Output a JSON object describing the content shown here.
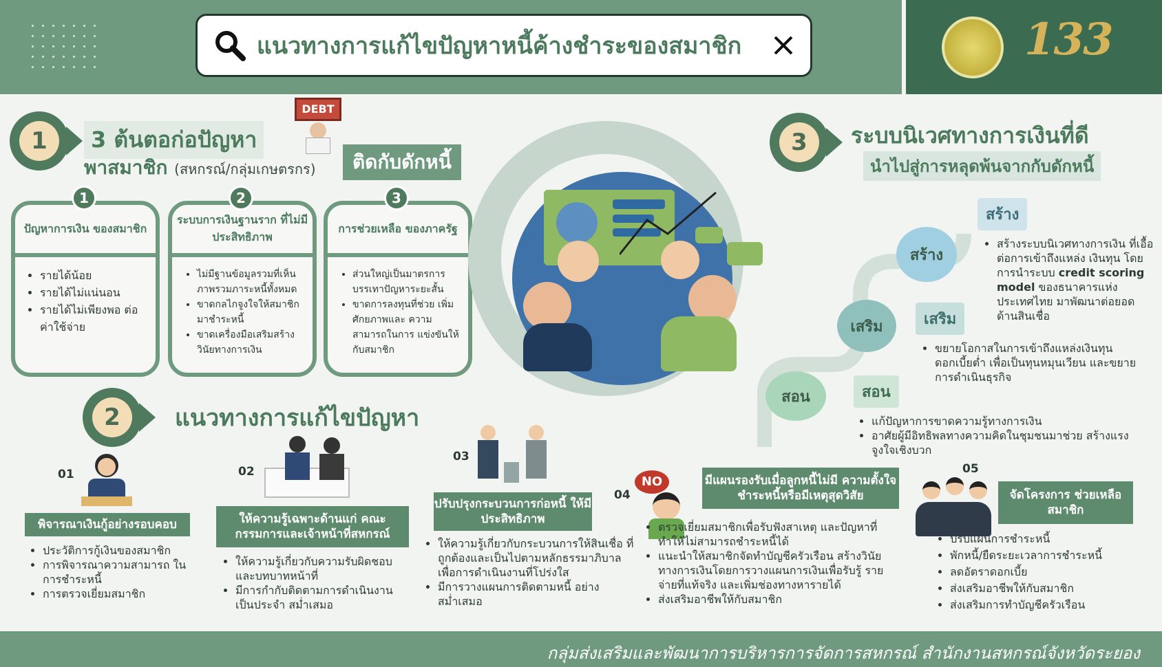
{
  "search": {
    "query": "แนวทางการแก้ไขปัญหาหนี้ค้างชำระของสมาชิก"
  },
  "logo": {
    "number": "133"
  },
  "section1": {
    "num": "1",
    "title": "3 ต้นตอก่อปัญหา",
    "subtitle": "พาสมาชิก",
    "subtitle_paren": "(สหกรณ์/กลุ่มเกษตรกร)",
    "tag": "ติดกับดักหนี้",
    "debt_sign": "DEBT",
    "cards": [
      {
        "num": "1",
        "title": "ปัญหาการเงิน ของสมาชิก",
        "items": [
          "รายได้น้อย",
          "รายได้ไม่แน่นอน",
          "รายได้ไม่เพียงพอ ต่อค่าใช้จ่าย"
        ]
      },
      {
        "num": "2",
        "title": "ระบบการเงินฐานราก ที่ไม่มีประสิทธิภาพ",
        "items": [
          "ไม่มีฐานข้อมูลรวมที่เห็น ภาพรวมภาระหนี้ทั้งหมด",
          "ขาดกลไกจูงใจให้สมาชิก มาชำระหนี้",
          "ขาดเครื่องมือเสริมสร้าง วินัยทางการเงิน"
        ]
      },
      {
        "num": "3",
        "title": "การช่วยเหลือ ของภาครัฐ",
        "items": [
          "ส่วนใหญ่เป็นมาตรการ บรรเทาปัญหาระยะสั้น",
          "ขาดการลงทุนที่ช่วย เพิ่มศักยภาพและ ความสามารถในการ แข่งขันให้กับสมาชิก"
        ]
      }
    ]
  },
  "section2": {
    "num": "2",
    "title": "แนวทางการแก้ไขปัญหา",
    "steps": [
      {
        "no": "01",
        "title": "พิจารณาเงินกู้อย่างรอบคอบ",
        "items": [
          "ประวัติการกู้เงินของสมาชิก",
          "การพิจารณาความสามารถ ในการชำระหนี้",
          "การตรวจเยี่ยมสมาชิก"
        ]
      },
      {
        "no": "02",
        "title": "ให้ความรู้เฉพาะด้านแก่ คณะกรรมการและเจ้าหน้าที่สหกรณ์",
        "items": [
          "ให้ความรู้เกี่ยวกับความรับผิดชอบ และบทบาทหน้าที่",
          "มีการกำกับติดตามการดำเนินงาน เป็นประจำ สม่ำเสมอ"
        ]
      },
      {
        "no": "03",
        "title": "ปรับปรุงกระบวนการก่อหนี้ ให้มีประสิทธิภาพ",
        "items": [
          "ให้ความรู้เกี่ยวกับกระบวนการให้สินเชื่อ ที่ถูกต้องและเป็นไปตามหลักธรรมาภิบาล เพื่อการดำเนินงานที่โปร่งใส",
          "มีการวางแผนการติดตามหนี้ อย่างสม่ำเสมอ"
        ]
      },
      {
        "no": "04",
        "title": "มีแผนรองรับเมื่อลูกหนี้ไม่มี ความตั้งใจชำระหนี้หรือมีเหตุสุดวิสัย",
        "sign": "NO",
        "items": [
          "ตรวจเยี่ยมสมาชิกเพื่อรับฟังสาเหตุ และปัญหาที่ทำให้ไม่สามารถชำระหนี้ได้",
          "แนะนำให้สมาชิกจัดทำบัญชีครัวเรือน สร้างวินัย ทางการเงินโดยการวางแผนการเงินเพื่อรับรู้ รายจ่ายที่แท้จริง และเพิ่มช่องทางหารายได้",
          "ส่งเสริมอาชีพให้กับสมาชิก"
        ]
      },
      {
        "no": "05",
        "title": "จัดโครงการ ช่วยเหลือสมาชิก",
        "items": [
          "ปรับแผนการชำระหนี้",
          "พักหนี้/ยืดระยะเวลาการชำระหนี้",
          "ลดอัตราดอกเบี้ย",
          "ส่งเสริมอาชีพให้กับสมาชิก",
          "ส่งเสริมการทำบัญชีครัวเรือน"
        ]
      }
    ]
  },
  "section3": {
    "num": "3",
    "title": "ระบบนิเวศทางการเงินที่ดี",
    "subtitle": "นำไปสู่การหลุดพ้นจากกับดักหนี้",
    "stairs": [
      "สอน",
      "เสริม",
      "สร้าง"
    ],
    "blocks": [
      {
        "label": "สร้าง",
        "lines_pre": [
          "สร้างระบบนิเวศทางการเงิน ที่เอื้อต่อการเข้าถึงแหล่ง เงินทุน โดยการนำระบบ"
        ],
        "bold": "credit scoring model",
        "lines_post": [
          "ของธนาคารแห่งประเทศไทย มาพัฒนาต่อยอดด้านสินเชื่อ"
        ]
      },
      {
        "label": "เสริม",
        "items": [
          "ขยายโอกาสในการเข้าถึงแหล่งเงินทุน ดอกเบี้ยต่ำ เพื่อเป็นทุนหมุนเวียน และขยายการดำเนินธุรกิจ"
        ]
      },
      {
        "label": "สอน",
        "items": [
          "แก้ปัญหาการขาดความรู้ทางการเงิน",
          "อาศัยผู้มีอิทธิพลทางความคิดในชุมชนมาช่วย สร้างแรงจูงใจเชิงบวก"
        ]
      }
    ]
  },
  "footer": {
    "text": "กลุ่มส่งเสริมและพัฒนาการบริหารการจัดการสหกรณ์  สำนักงานสหกรณ์จังหวัดระยอง"
  },
  "colors": {
    "primary": "#6f9a80",
    "dark": "#3b6b51",
    "accent": "#f3ddb7",
    "blue": "#3f72a8"
  }
}
